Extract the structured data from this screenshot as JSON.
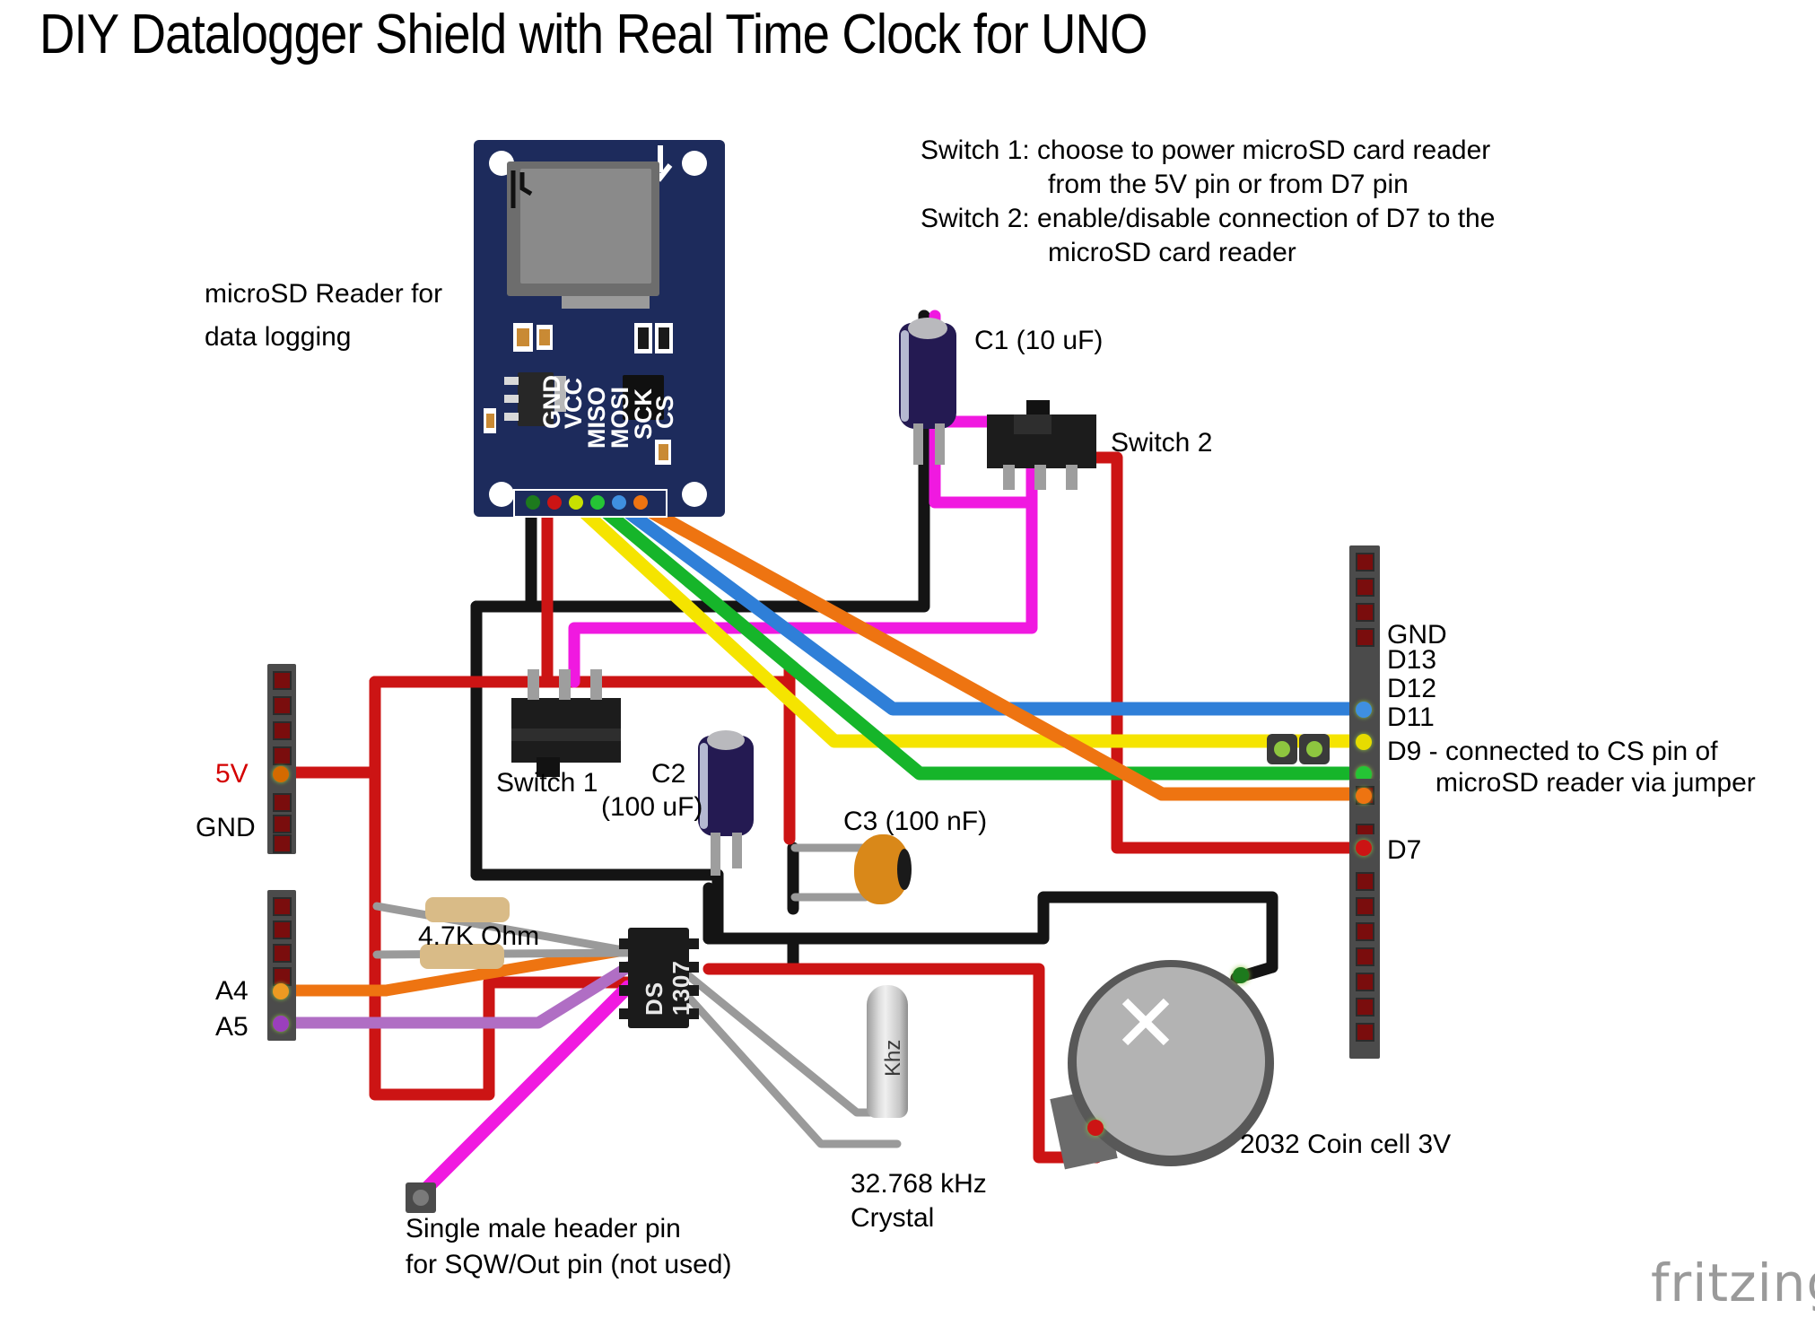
{
  "title": "DIY Datalogger Shield with Real Time Clock for UNO",
  "watermark": "fritzing",
  "annotations": {
    "switch_help_1": "Switch 1: choose to power microSD card reader",
    "switch_help_1b": "from the 5V pin or from D7 pin",
    "switch_help_2": "Switch 2: enable/disable connection of D7 to the",
    "switch_help_2b": "microSD card reader",
    "sd_reader_1": "microSD Reader for",
    "sd_reader_2": "data logging",
    "c1": "C1 (10 uF)",
    "c2": "C2",
    "c2b": "(100 uF)",
    "c3": "C3 (100 nF)",
    "switch1": "Switch 1",
    "switch2": "Switch 2",
    "resistor": "4.7K Ohm",
    "crystal_1": "32.768 kHz",
    "crystal_2": "Crystal",
    "coin_cell": "2032 Coin cell 3V",
    "sqw_1": "Single male header pin",
    "sqw_2": "for SQW/Out pin (not used)",
    "d9_note_1": "D9 - connected to CS pin of",
    "d9_note_2": "microSD reader via jumper"
  },
  "left_header_labels": [
    {
      "text": "5V",
      "color": "#d40000"
    },
    {
      "text": "GND",
      "color": "#000000"
    },
    {
      "text": "A4",
      "color": "#000000"
    },
    {
      "text": "A5",
      "color": "#000000"
    }
  ],
  "right_header_labels": [
    {
      "text": "GND"
    },
    {
      "text": "D13"
    },
    {
      "text": "D12"
    },
    {
      "text": "D11"
    },
    {
      "text": "D7"
    }
  ],
  "sd_module": {
    "pin_labels": [
      "GND",
      "VCC",
      "MISO",
      "MOSI",
      "SCK",
      "CS"
    ],
    "board_color": "#1d2b5c"
  },
  "rtc_chip": {
    "line1": "DS",
    "line2": "1307"
  },
  "crystal": {
    "marking": "Khz"
  },
  "wire_colors": {
    "black": "#141414",
    "red": "#cc1414",
    "yellow": "#f5e400",
    "green": "#16b52a",
    "blue": "#2f7fd8",
    "orange": "#ee7411",
    "magenta": "#f019e0",
    "purple": "#b06ec4",
    "gray": "#9a9a9a"
  }
}
